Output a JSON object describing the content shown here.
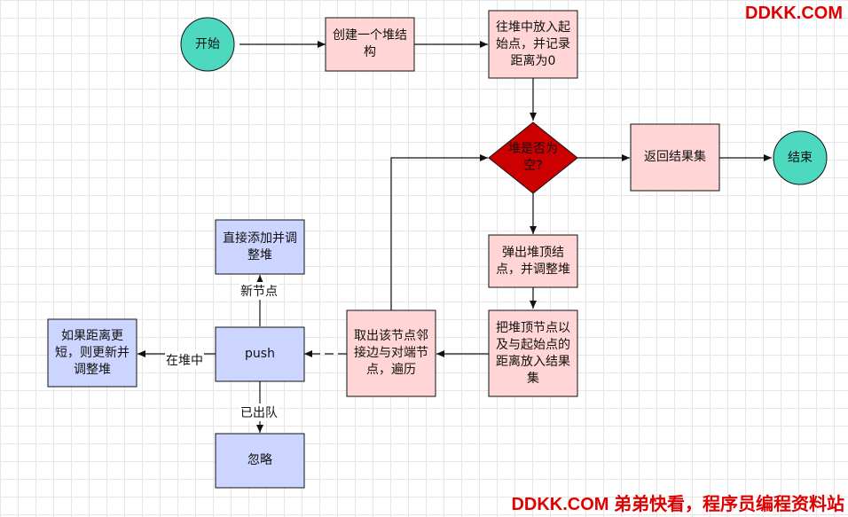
{
  "watermark": {
    "top": "DDKK.COM",
    "bottom": "DDKK.COM 弟弟快看，程序员编程资料站"
  },
  "nodes": {
    "start": "开始",
    "create_heap": "创建一个堆结构",
    "put_start": "往堆中放入起始点，并记录距离为0",
    "heap_empty": "堆是否为空?",
    "return_result": "返回结果集",
    "end": "结束",
    "pop_top": "弹出堆顶结点，并调整堆",
    "put_result": "把堆顶节点以及与起始点的距离放入结果集",
    "take_neighbors": "取出该节点邻接边与对端节点，遍历",
    "push": "push",
    "add_adjust": "直接添加并调整堆",
    "update_shorter": "如果距离更短，则更新并调整堆",
    "ignore": "忽略"
  },
  "edge_labels": {
    "new_node": "新节点",
    "in_heap": "在堆中",
    "dequeued": "已出队"
  },
  "colors": {
    "start_end": "#4dd9c0",
    "process_pink": "#ffd5d5",
    "decision_red": "#cc0000",
    "process_blue": "#ccd5ff",
    "watermark": "#e00000"
  }
}
